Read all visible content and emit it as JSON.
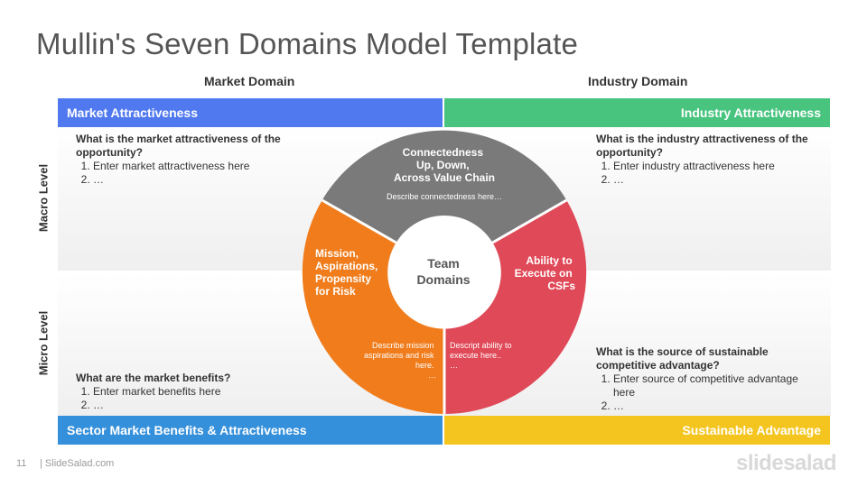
{
  "title": "Mullin's Seven Domains Model Template",
  "columns": {
    "market": "Market Domain",
    "industry": "Industry Domain"
  },
  "rows": {
    "macro": "Macro Level",
    "micro": "Micro Level"
  },
  "bars": {
    "market_attractiveness": "Market Attractiveness",
    "industry_attractiveness": "Industry Attractiveness",
    "sector_benefits": "Sector Market Benefits & Attractiveness",
    "sustainable_advantage": "Sustainable Advantage"
  },
  "colors": {
    "blue": "#5079EF",
    "green": "#48C47F",
    "blue2": "#3590DB",
    "yellow": "#F5C51F",
    "grey": "#7A7A7A",
    "orange": "#F07C1C",
    "red": "#E04957"
  },
  "quadrants": {
    "top_left": {
      "question": "What is the market attractiveness of the opportunity?",
      "items": [
        "Enter market attractiveness here",
        "…"
      ]
    },
    "top_right": {
      "question": "What is the industry attractiveness of the opportunity?",
      "items": [
        "Enter industry attractiveness here",
        "…"
      ]
    },
    "bottom_left": {
      "question": "What are the market benefits?",
      "items": [
        "Enter market benefits here",
        "…"
      ]
    },
    "bottom_right": {
      "question": "What is the source of sustainable competitive advantage?",
      "items": [
        "Enter source of competitive advantage here",
        "…"
      ]
    }
  },
  "circle": {
    "center": {
      "line1": "Team",
      "line2": "Domains"
    },
    "top": {
      "title_lines": [
        "Connectedness",
        "Up, Down,",
        "Across Value Chain"
      ],
      "desc": "Describe connectedness here…"
    },
    "left": {
      "title_lines": [
        "Mission,",
        "Aspirations,",
        "Propensity",
        "for Risk"
      ],
      "desc_lines": [
        "Describe mission",
        "aspirations and risk",
        "here.",
        "…"
      ]
    },
    "right": {
      "title_lines": [
        "Ability to",
        "Execute on",
        "CSFs"
      ],
      "desc_lines": [
        "Descript ability to",
        "execute here..",
        "…"
      ]
    }
  },
  "footer": {
    "page_number": "11",
    "source": "| SlideSalad.com",
    "brand": "slidesalad"
  }
}
